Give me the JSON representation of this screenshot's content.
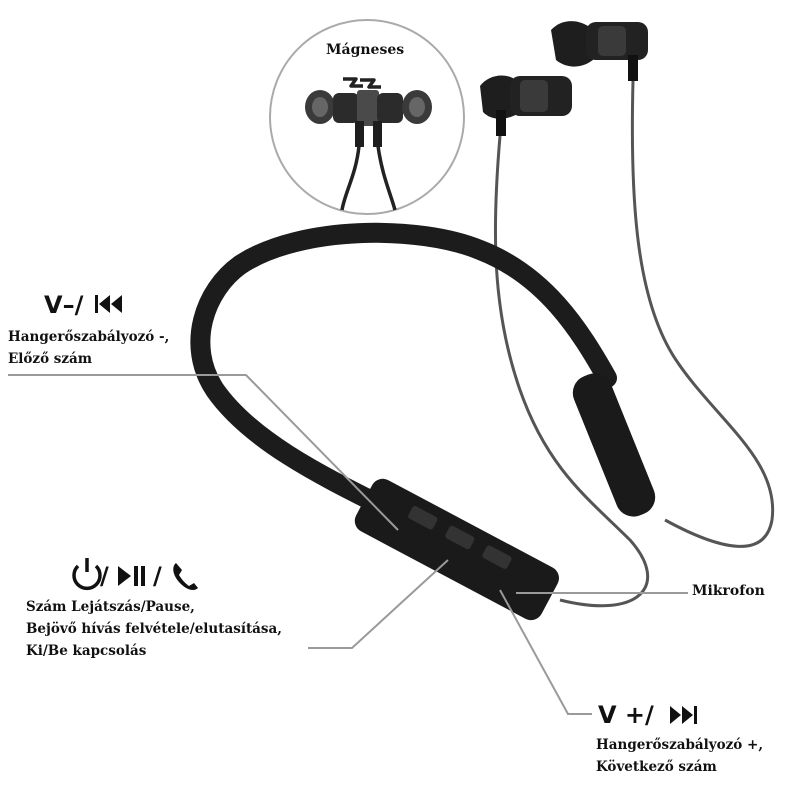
{
  "magnet_callout": {
    "title": "Mágneses"
  },
  "callouts": {
    "volume_down": {
      "title": "V−/ ⏮",
      "lines": [
        "Hangerőszabályozó -,",
        "Előző szám"
      ]
    },
    "play_pause": {
      "lines": [
        "Szám Lejátszás/Pause,",
        "Bejövő hívás felvétele/elutasítása,",
        "Ki/Be kapcsolás"
      ]
    },
    "microphone": {
      "label": "Mikrofon"
    },
    "volume_up": {
      "title": "V +/ ⏭",
      "lines": [
        "Hangerőszabályozó +,",
        "Következő szám"
      ]
    }
  },
  "icons": [
    "magnet-icon",
    "power-icon",
    "play-pause-icon",
    "phone-icon",
    "previous-track-icon",
    "next-track-icon"
  ],
  "colors": {
    "ink": "#111111",
    "device": "#1c1c1c",
    "leader_line": "#9a9a9a",
    "cable": "#555555"
  }
}
